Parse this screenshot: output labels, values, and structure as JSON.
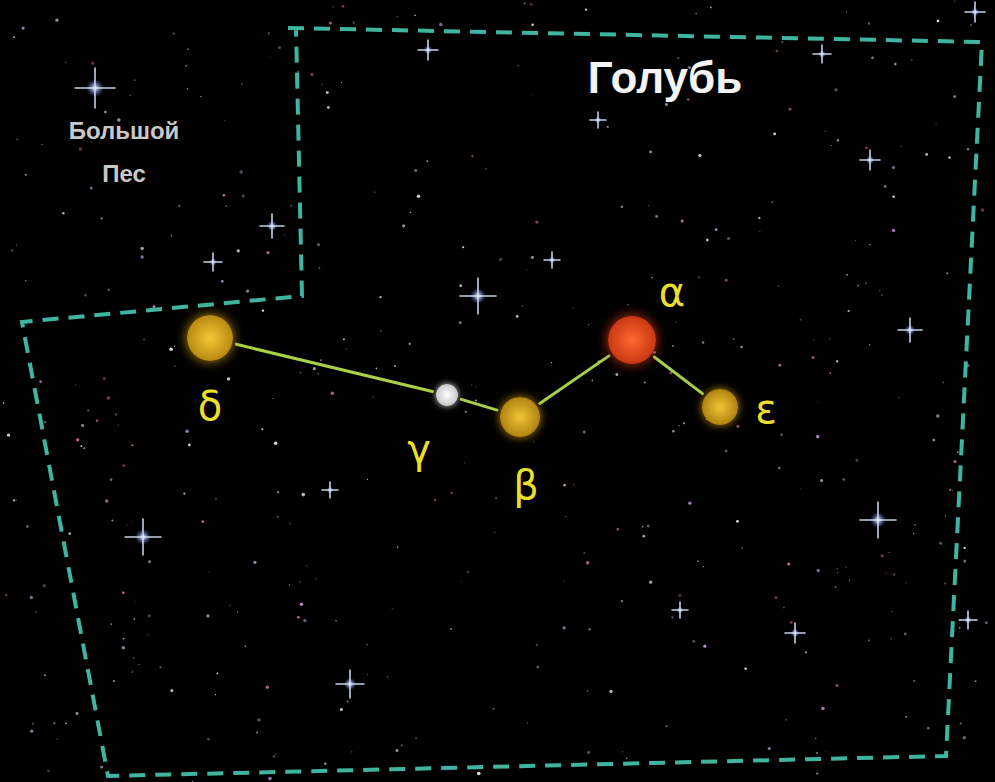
{
  "diagram": {
    "nodes": [
      {
        "text": [
          "δ"
        ]
      },
      {
        "text": [
          "γ"
        ]
      },
      {
        "text": [
          "β"
        ]
      },
      {
        "text": [
          "α"
        ]
      },
      {
        "text": [
          "ε"
        ]
      }
    ],
    "edges": [
      {
        "from": 0,
        "to": 1,
        "arrow": "none"
      },
      {
        "from": 1,
        "to": 2,
        "arrow": "none"
      },
      {
        "from": 2,
        "to": 3,
        "arrow": "none"
      },
      {
        "from": 3,
        "to": 4,
        "arrow": "none"
      }
    ],
    "labels": [
      "Голубь",
      "Большой Пес"
    ]
  }
}
